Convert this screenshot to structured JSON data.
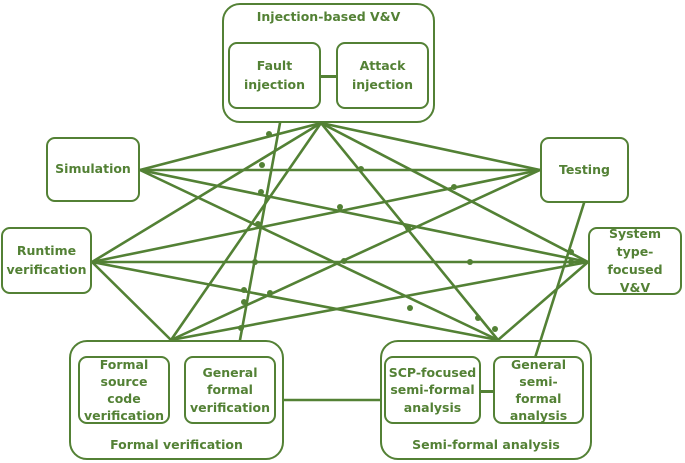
{
  "groups": {
    "injection": {
      "label": "Injection-based V&V"
    },
    "formal": {
      "label": "Formal verification"
    },
    "semiformal": {
      "label": "Semi-formal analysis"
    }
  },
  "nodes": {
    "fault_injection": "Fault\ninjection",
    "attack_injection": "Attack\ninjection",
    "simulation": "Simulation",
    "testing": "Testing",
    "runtime_verification": "Runtime\nverification",
    "system_type_vv": "System type-\nfocused V&V",
    "formal_source_code": "Formal\nsource code\nverification",
    "general_formal": "General\nformal\nverification",
    "scp_semiformal": "SCP-focused\nsemi-formal\nanalysis",
    "general_semiformal": "General\nsemi-formal\nanalysis"
  },
  "colors": {
    "accent": "#538135",
    "background": "#ffffff"
  }
}
